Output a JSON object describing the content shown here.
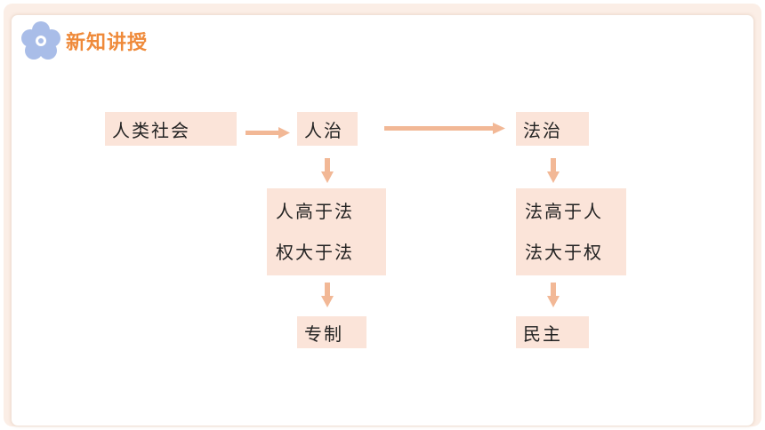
{
  "header": {
    "title": "新知讲授",
    "icon": "flower-icon"
  },
  "diagram": {
    "nodes": {
      "society": "人类社会",
      "rule_of_man": "人治",
      "rule_of_law": "法治",
      "man_over_law_1": "人高于法",
      "man_over_law_2": "权大于法",
      "law_over_man_1": "法高于人",
      "law_over_man_2": "法大于权",
      "autocracy": "专制",
      "democracy": "民主"
    },
    "colors": {
      "box_fill": "#fbe4d9",
      "arrow": "#f2b896",
      "title": "#ef8a3a",
      "flower": "#a9bde8"
    }
  }
}
